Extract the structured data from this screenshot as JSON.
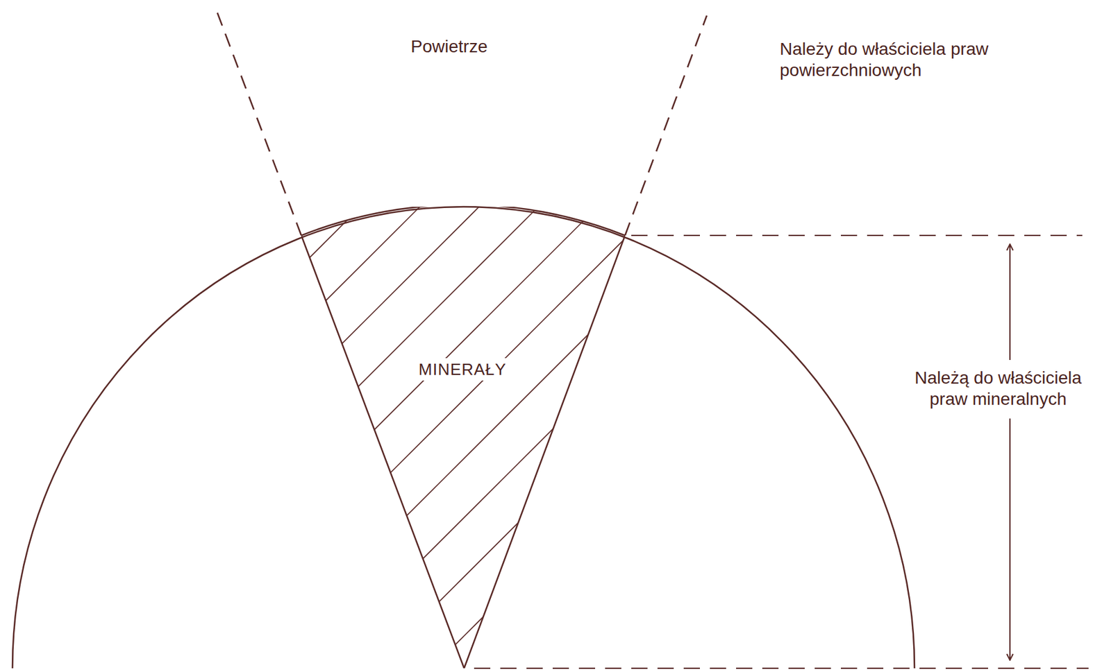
{
  "diagram": {
    "nodes": [
      {
        "text": [
          "MINERAŁY"
        ]
      }
    ],
    "labels": [
      "Powietrze",
      "Należy do właściciela praw powierzchniowych",
      "Należą do właściciela praw mineralnych"
    ]
  }
}
